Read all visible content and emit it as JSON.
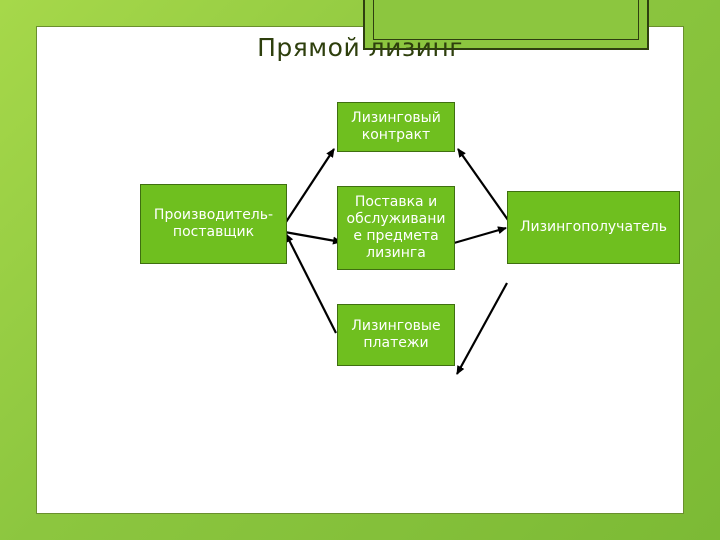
{
  "title": "Прямой лизинг",
  "nodes": {
    "contract": "Лизинговый контракт",
    "delivery": "Поставка и обслуживани е предмета лизинга",
    "payments": "Лизинговые платежи",
    "supplier": "Производитель-поставщик",
    "lessee": "Лизингополучатель"
  }
}
